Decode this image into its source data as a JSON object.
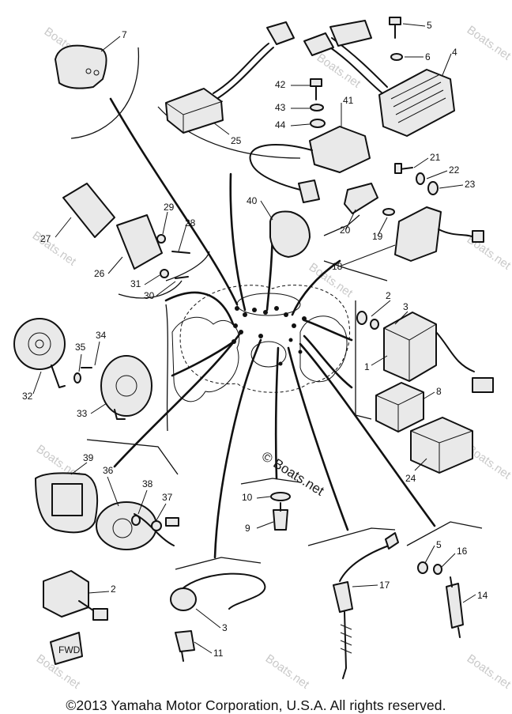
{
  "callouts": [
    "7",
    "5",
    "6",
    "4",
    "42",
    "43",
    "44",
    "41",
    "25",
    "21",
    "22",
    "23",
    "40",
    "29",
    "28",
    "27",
    "20",
    "19",
    "18",
    "26",
    "31",
    "30",
    "2",
    "3",
    "34",
    "35",
    "32",
    "1",
    "8",
    "33",
    "24",
    "39",
    "36",
    "38",
    "37",
    "10",
    "9",
    "17",
    "16",
    "14",
    "2",
    "3",
    "11",
    "5"
  ],
  "watermark_text": "Boats.net",
  "watermark_center": "© Boats.net",
  "copyright": "©2013 Yamaha Motor Corporation, U.S.A. All rights reserved.",
  "stamp_text": "FWD"
}
